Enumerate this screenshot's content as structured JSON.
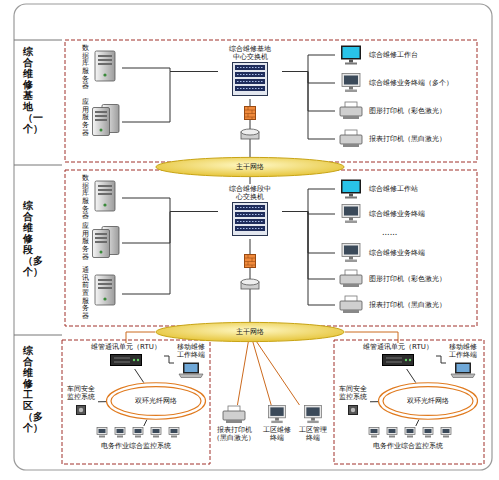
{
  "diagram": {
    "nodes": [
      {
        "text": [
          "综合维修基地（一个）"
        ]
      },
      {
        "text": [
          "数据库服务器"
        ],
        "in": 0
      },
      {
        "text": [
          "应用服务器"
        ],
        "in": 0
      },
      {
        "text": [
          "综合维修基地中心交换机"
        ],
        "in": 0
      },
      {
        "text": [
          "综合维修工作台"
        ],
        "in": 0
      },
      {
        "text": [
          "综合维修业务终端（多个）"
        ],
        "in": 0
      },
      {
        "text": [
          "图形打印机（彩色激光）"
        ],
        "in": 0
      },
      {
        "text": [
          "报表打印机（黑白激光）"
        ],
        "in": 0
      },
      {
        "text": [
          "主干网络"
        ]
      },
      {
        "text": [
          "综合维修段（多个）"
        ]
      },
      {
        "text": [
          "数据库服务器"
        ],
        "in": 9
      },
      {
        "text": [
          "应用服务器"
        ],
        "in": 9
      },
      {
        "text": [
          "通讯前置服务器"
        ],
        "in": 9
      },
      {
        "text": [
          "综合维修段中心交换机"
        ],
        "in": 9
      },
      {
        "text": [
          "综合维修工作站"
        ],
        "in": 9
      },
      {
        "text": [
          "综合维修业务终端"
        ],
        "in": 9
      },
      {
        "text": [
          "综合维修业务终端"
        ],
        "in": 9
      },
      {
        "text": [
          "图形打印机（彩色激光）"
        ],
        "in": 9
      },
      {
        "text": [
          "报表打印机（黑白激光）"
        ],
        "in": 9
      },
      {
        "text": [
          "主干网络"
        ]
      },
      {
        "text": [
          "综合维修工区（多个）"
        ]
      },
      {
        "text": [
          "维管通讯单元（RTU）"
        ],
        "in": 20
      },
      {
        "text": [
          "移动维修工作终端"
        ],
        "in": 20
      },
      {
        "text": [
          "双环光纤网络"
        ],
        "in": 20
      },
      {
        "text": [
          "车间安全监控系统"
        ],
        "in": 20
      },
      {
        "text": [
          "电务作业综合监控系统"
        ],
        "in": 20
      },
      {
        "text": [
          "报表打印机（黑白激光）"
        ],
        "in": 20
      },
      {
        "text": [
          "工区维修终端"
        ],
        "in": 20
      },
      {
        "text": [
          "工区管理终端"
        ],
        "in": 20
      },
      {
        "text": [
          "维管通讯单元（RTU）"
        ],
        "in": 20
      },
      {
        "text": [
          "移动维修工作终端"
        ],
        "in": 20
      },
      {
        "text": [
          "双环光纤网络"
        ],
        "in": 20
      },
      {
        "text": [
          "车间安全监控系统"
        ],
        "in": 20
      },
      {
        "text": [
          "电务作业综合监控系统"
        ],
        "in": 20
      }
    ],
    "edges": [
      {
        "from": 1,
        "to": 3,
        "arrow": "none"
      },
      {
        "from": 2,
        "to": 3,
        "arrow": "none"
      },
      {
        "from": 3,
        "to": 4,
        "arrow": "none"
      },
      {
        "from": 3,
        "to": 5,
        "arrow": "none"
      },
      {
        "from": 3,
        "to": 6,
        "arrow": "none"
      },
      {
        "from": 3,
        "to": 7,
        "arrow": "none"
      },
      {
        "from": 3,
        "to": 8,
        "arrow": "none"
      },
      {
        "from": 8,
        "to": 13,
        "arrow": "none"
      },
      {
        "from": 10,
        "to": 13,
        "arrow": "none"
      },
      {
        "from": 11,
        "to": 13,
        "arrow": "none"
      },
      {
        "from": 12,
        "to": 13,
        "arrow": "none"
      },
      {
        "from": 13,
        "to": 14,
        "arrow": "none"
      },
      {
        "from": 13,
        "to": 15,
        "arrow": "none"
      },
      {
        "from": 13,
        "to": 16,
        "arrow": "none"
      },
      {
        "from": 13,
        "to": 17,
        "arrow": "none"
      },
      {
        "from": 13,
        "to": 18,
        "arrow": "none"
      },
      {
        "from": 13,
        "to": 19,
        "arrow": "none"
      },
      {
        "from": 19,
        "to": 21,
        "arrow": "none"
      },
      {
        "from": 19,
        "to": 26,
        "arrow": "none"
      },
      {
        "from": 19,
        "to": 27,
        "arrow": "none"
      },
      {
        "from": 19,
        "to": 28,
        "arrow": "none"
      },
      {
        "from": 19,
        "to": 29,
        "arrow": "none"
      },
      {
        "from": 21,
        "to": 22,
        "arrow": "none"
      },
      {
        "from": 21,
        "to": 23,
        "arrow": "none"
      },
      {
        "from": 23,
        "to": 24,
        "arrow": "none"
      },
      {
        "from": 23,
        "to": 25,
        "arrow": "none"
      },
      {
        "from": 29,
        "to": 30,
        "arrow": "none"
      },
      {
        "from": 29,
        "to": 31,
        "arrow": "none"
      },
      {
        "from": 31,
        "to": 32,
        "arrow": "none"
      },
      {
        "from": 31,
        "to": 33,
        "arrow": "none"
      }
    ],
    "labels": [
      "......"
    ]
  }
}
